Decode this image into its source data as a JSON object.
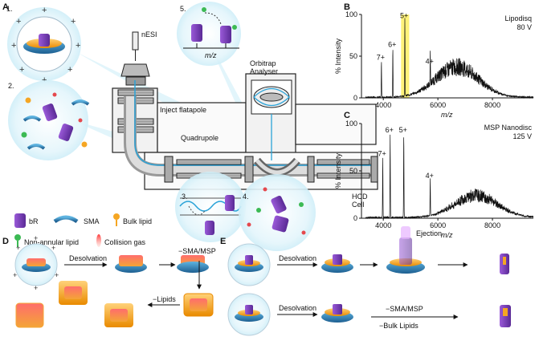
{
  "panels": {
    "A": "A",
    "B": "B",
    "C": "C",
    "D": "D",
    "E": "E"
  },
  "panelA": {
    "steps": [
      "1.",
      "2.",
      "3.",
      "4.",
      "5."
    ],
    "nesi": "nESI",
    "orbitrap": "Orbitrap\nAnalyser",
    "inject": "Inject flatapole",
    "quadrupole": "Quadrupole",
    "hcd": "HCD\nCell",
    "mz": "m/z",
    "legend": [
      {
        "label": "bR",
        "icon": "bR"
      },
      {
        "label": "SMA",
        "icon": "SMA"
      },
      {
        "label": "Bulk lipid",
        "icon": "bulk"
      },
      {
        "label": "Non-annular lipid",
        "icon": "nonannular"
      },
      {
        "label": "Collision gas",
        "icon": "gas"
      }
    ]
  },
  "chart_data": [
    {
      "type": "line",
      "title": "Lipodisq",
      "subtitle": "80 V",
      "xlabel": "m/z",
      "ylabel": "% Intensity",
      "xlim": [
        3200,
        9500
      ],
      "ylim": [
        0,
        100
      ],
      "xticks": [
        4000,
        6000,
        8000
      ],
      "yticks": [
        0,
        50,
        100
      ],
      "highlight_range": [
        4650,
        4950
      ],
      "peaks": [
        {
          "label": "7+",
          "x": 3930,
          "y": 43
        },
        {
          "label": "6+",
          "x": 4350,
          "y": 58
        },
        {
          "label": "5+",
          "x": 4790,
          "y": 93
        },
        {
          "label": "4+",
          "x": 5720,
          "y": 38
        }
      ],
      "envelope": {
        "center": 6700,
        "height": 47
      }
    },
    {
      "type": "line",
      "title": "MSP Nanodisc",
      "subtitle": "125 V",
      "xlabel": "m/z",
      "ylabel": "% Intensity",
      "xlim": [
        3200,
        9500
      ],
      "ylim": [
        0,
        100
      ],
      "xticks": [
        4000,
        6000,
        8000
      ],
      "yticks": [
        0,
        50,
        100
      ],
      "peaks": [
        {
          "label": "7+",
          "x": 3980,
          "y": 63
        },
        {
          "label": "6+",
          "x": 4250,
          "y": 88
        },
        {
          "label": "5+",
          "x": 4750,
          "y": 88
        },
        {
          "label": "4+",
          "x": 5720,
          "y": 40
        }
      ],
      "envelope": {
        "center": 7400,
        "height": 30
      }
    }
  ],
  "panelD": {
    "desolvation": "Desolvation",
    "sma_msp": "−SMA/MSP",
    "lipids": "−Lipids"
  },
  "panelE": {
    "desolvation1": "Desolvation",
    "ejection": "Ejection",
    "desolvation2": "Desolvation",
    "sma_msp": "−SMA/MSP",
    "bulk_lipids": "−Bulk Lipids"
  },
  "colors": {
    "glow": "#cfeef8",
    "sma": "#2a7fb5",
    "lipid": "#f5a623",
    "protein": "#7b3fbf",
    "gas": "#e5484d",
    "highlight": "#fff27a"
  }
}
